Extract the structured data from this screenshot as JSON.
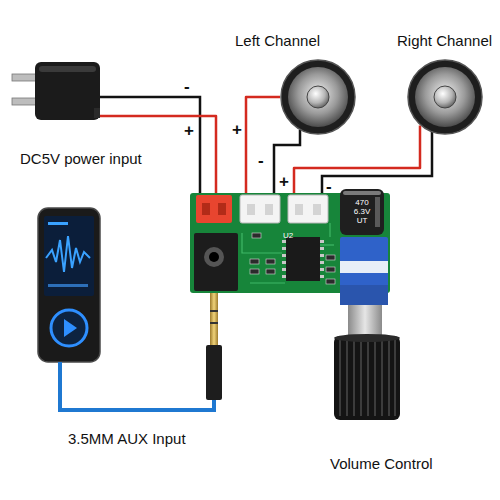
{
  "diagram": {
    "nodes": [
      {
        "text": [
          "DC5V power input"
        ]
      },
      {
        "text": [
          "Left Channel"
        ]
      },
      {
        "text": [
          "Right Channel"
        ]
      },
      {
        "text": [
          "U2"
        ]
      },
      {
        "text": [
          "470 6.3V UT"
        ],
        "in": 3
      }
    ],
    "edges": [
      {
        "from": 0,
        "to": 3,
        "arrow": "none"
      },
      {
        "from": 1,
        "to": 3,
        "arrow": "none"
      },
      {
        "from": 2,
        "to": 3,
        "arrow": "none"
      }
    ],
    "labels": [
      "-",
      "+",
      "+",
      "-",
      "+",
      "-",
      "3.5MM AUX Input",
      "Volume Control"
    ]
  }
}
